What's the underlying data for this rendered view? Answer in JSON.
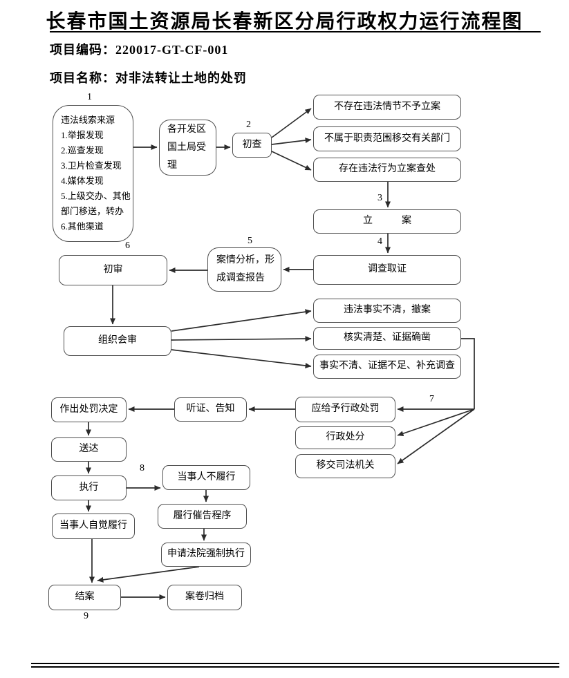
{
  "header": {
    "title": "长春市国土资源局长春新区分局行政权力运行流程图",
    "project_code_label": "项目编码：",
    "project_code": "220017-GT-CF-001",
    "project_name_label": "项目名称：",
    "project_name": "对非法转让土地的处罚"
  },
  "flowchart": {
    "nodes": {
      "source": {
        "lines": [
          "违法线索来源",
          "1.举报发现",
          "2.巡查发现",
          "3.卫片检查发现",
          "4.媒体发现",
          "5.上级交办、其他",
          "部门移送，转办",
          "6.其他渠道"
        ]
      },
      "accept": {
        "text": "各开发区国土局受理"
      },
      "initial_check": {
        "text": "初查"
      },
      "no_case": {
        "text": "不存在违法情节不予立案"
      },
      "transfer_dept": {
        "text": "不属于职责范围移交有关部门"
      },
      "file_case": {
        "text": "存在违法行为立案查处"
      },
      "li_an": {
        "text": "立　　　案"
      },
      "investigate": {
        "text": "调查取证"
      },
      "analysis": {
        "text": "案情分析，形成调查报告"
      },
      "first_review": {
        "text": "初审"
      },
      "joint_review": {
        "text": "组织会审"
      },
      "withdraw": {
        "text": "违法事实不清，撤案"
      },
      "verified": {
        "text": "核实清楚、证据确凿"
      },
      "supplement": {
        "text": "事实不清、证据不足、补充调查"
      },
      "give_penalty": {
        "text": "应给予行政处罚"
      },
      "discipline": {
        "text": "行政处分"
      },
      "judicial": {
        "text": "移交司法机关"
      },
      "hearing": {
        "text": "听证、告知"
      },
      "decision": {
        "text": "作出处罚决定"
      },
      "deliver": {
        "text": "送达"
      },
      "execute": {
        "text": "执行"
      },
      "not_perform": {
        "text": "当事人不履行"
      },
      "urge": {
        "text": "履行催告程序"
      },
      "self_perform": {
        "text": "当事人自觉履行"
      },
      "court_enforce": {
        "text": "申请法院强制执行"
      },
      "close_case": {
        "text": "结案"
      },
      "archive": {
        "text": "案卷归档"
      }
    },
    "step_labels": {
      "s1": "1",
      "s2": "2",
      "s3": "3",
      "s4": "4",
      "s5": "5",
      "s6": "6",
      "s7": "7",
      "s8": "8",
      "s9": "9"
    }
  },
  "colors": {
    "box_border": "#4f4f4f",
    "arrow": "#2b2b2b",
    "text": "#000000",
    "rule": "#000000"
  }
}
